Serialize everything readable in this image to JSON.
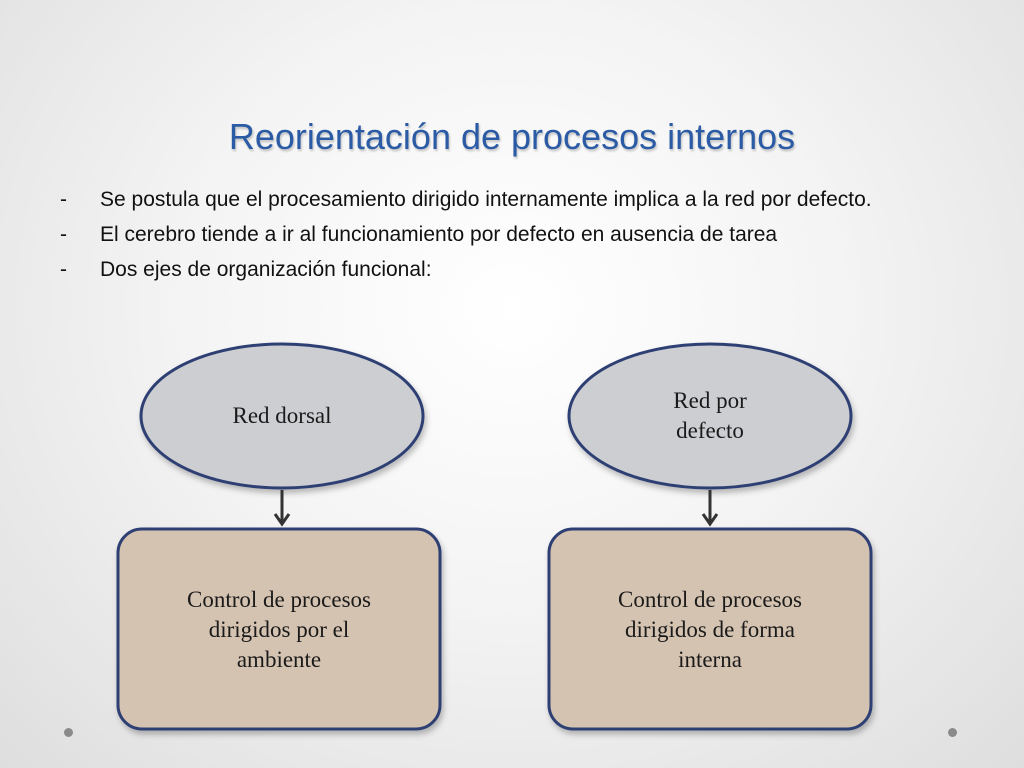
{
  "slide": {
    "title": "Reorientación de procesos internos",
    "bullets": [
      {
        "marker": "-",
        "text": "Se postula que el procesamiento dirigido internamente implica a la red por defecto."
      },
      {
        "marker": "-",
        "text": "El cerebro tiende a ir al funcionamiento por defecto en ausencia de tarea"
      },
      {
        "marker": "-",
        "text": "Dos ejes de organización funcional:"
      }
    ]
  },
  "diagram": {
    "nodes": {
      "red_dorsal": "Red dorsal",
      "red_por_defecto": "Red por\ndefecto",
      "control_ambiente": "Control de procesos\ndirigidos por el\nambiente",
      "control_interno": "Control de procesos\ndirigidos de forma\ninterna"
    },
    "colors": {
      "ellipse_fill": "#ccced1",
      "box_fill": "#d5c3b1",
      "outline": "#2f3f73",
      "arrow": "#333333",
      "title": "#2c5ba6"
    }
  }
}
